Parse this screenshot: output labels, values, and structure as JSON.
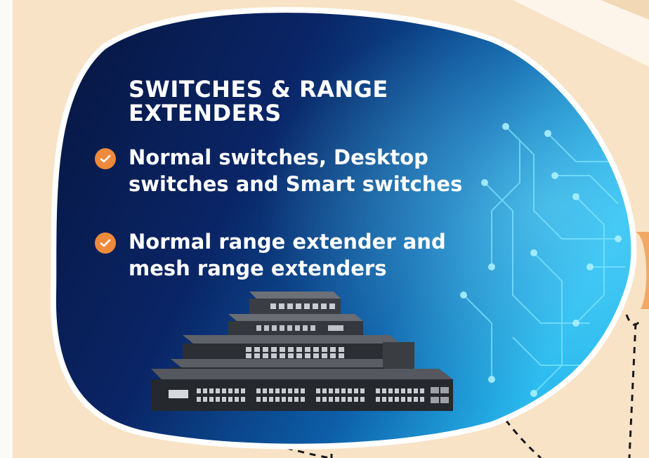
{
  "heading": "SWITCHES & RANGE EXTENDERS",
  "bullets": [
    {
      "text": "Normal switches, Desktop switches and Smart switches",
      "icon": "check-circle-icon"
    },
    {
      "text": "Normal range extender and mesh range extenders",
      "icon": "check-circle-icon"
    }
  ],
  "colors": {
    "page_background": "#f8e3c7",
    "card_dark": "#07163f",
    "card_accent": "#1aa8e8",
    "check_orange": "#ef8a3c",
    "text": "#ffffff"
  }
}
